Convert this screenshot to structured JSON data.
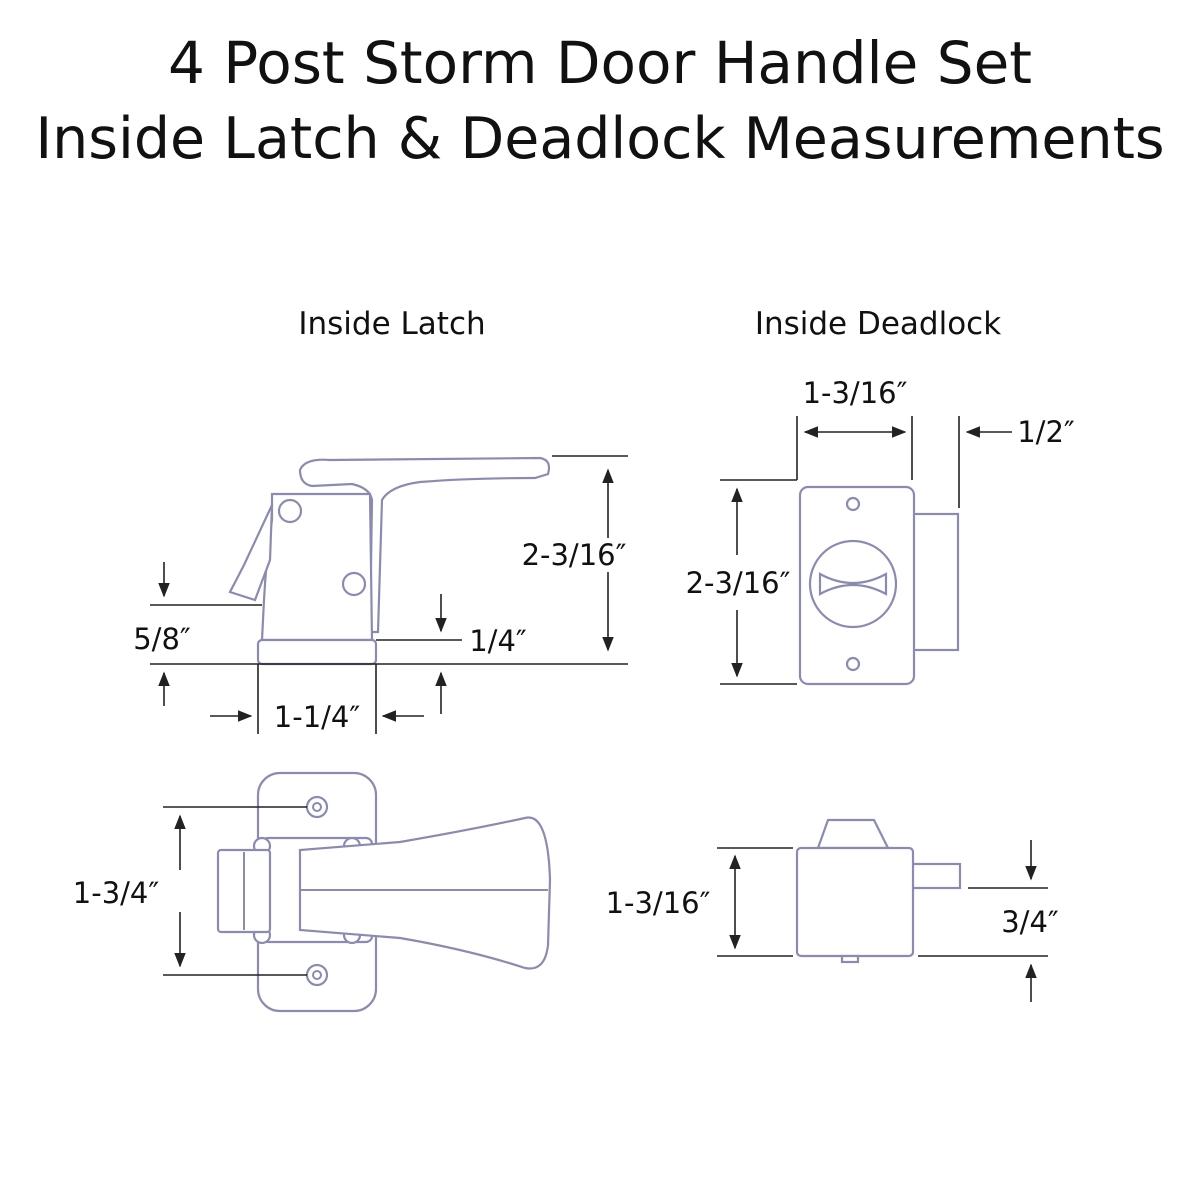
{
  "title": {
    "line1": "4 Post Storm Door Handle Set",
    "line2": "Inside Latch & Deadlock Measurements"
  },
  "inside_latch": {
    "label": "Inside Latch",
    "dims": {
      "height": "2-3/16″",
      "top_offset": "5/8″",
      "base_gap": "1/4″",
      "width": "1-1/4″",
      "post_spacing": "1-3/4″"
    }
  },
  "inside_deadlock": {
    "label": "Inside Deadlock",
    "dims": {
      "width": "1-3/16″",
      "bolt": "1/2″",
      "height": "2-3/16″",
      "depth": "1-3/16″",
      "bolt_offset": "3/4″"
    }
  }
}
